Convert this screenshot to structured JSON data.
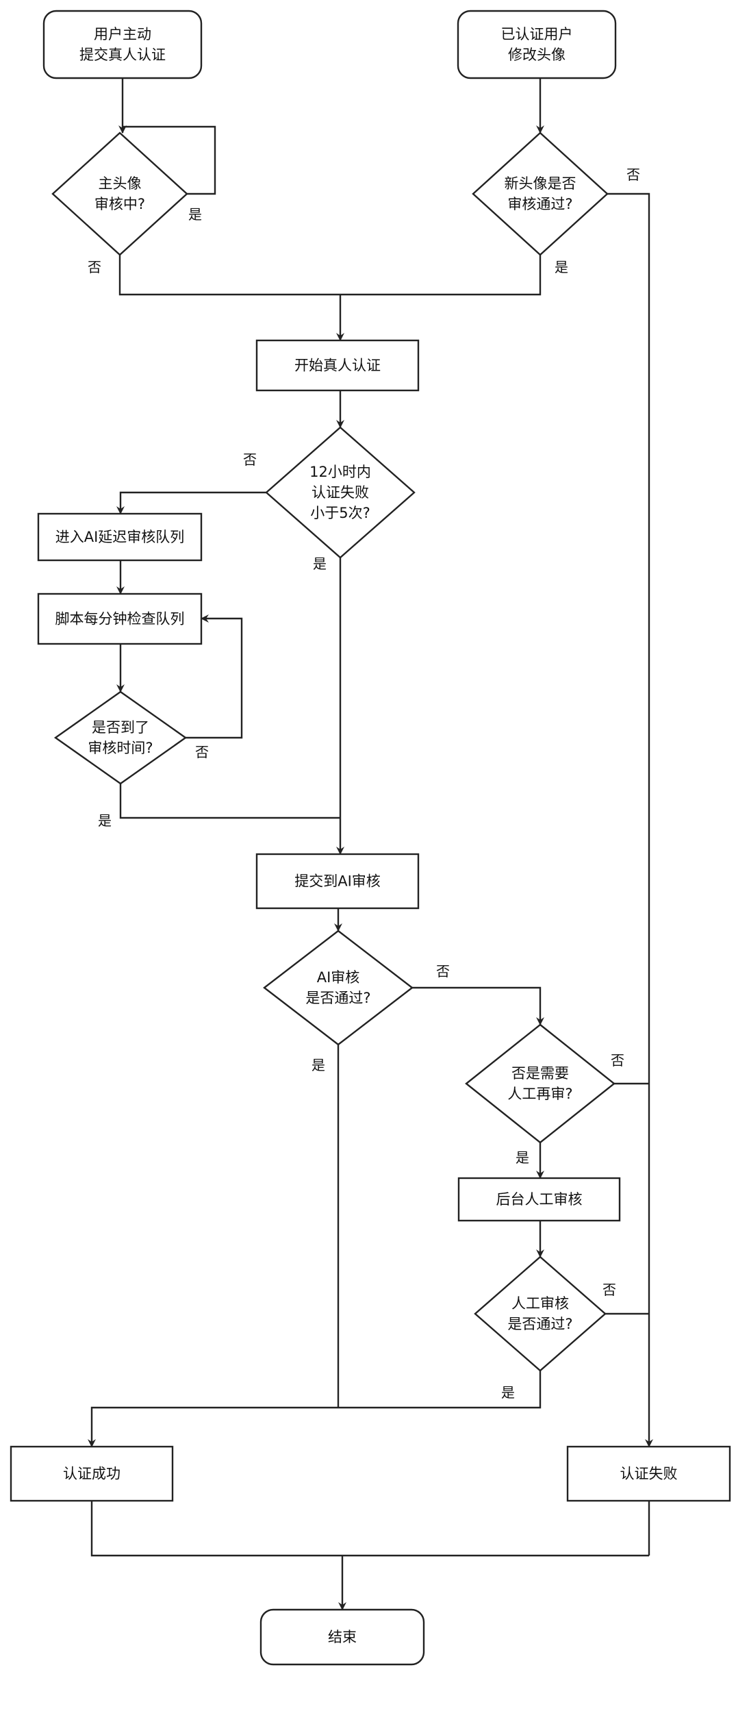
{
  "diagram": {
    "type": "flowchart",
    "nodes": [
      {
        "id": "start-user",
        "kind": "terminal",
        "lines": [
          "用户主动",
          "提交真人认证"
        ]
      },
      {
        "id": "start-verified",
        "kind": "terminal",
        "lines": [
          "已认证用户",
          "修改头像"
        ]
      },
      {
        "id": "d-main-avatar",
        "kind": "decision",
        "lines": [
          "主头像",
          "审核中?"
        ]
      },
      {
        "id": "d-new-avatar",
        "kind": "decision",
        "lines": [
          "新头像是否",
          "审核通过?"
        ]
      },
      {
        "id": "p-start-verify",
        "kind": "process",
        "lines": [
          "开始真人认证"
        ]
      },
      {
        "id": "d-fail-count",
        "kind": "decision",
        "lines": [
          "12小时内",
          "认证失败",
          "小于5次?"
        ]
      },
      {
        "id": "p-delay-queue",
        "kind": "process",
        "lines": [
          "进入AI延迟审核队列"
        ]
      },
      {
        "id": "p-script-check",
        "kind": "process",
        "lines": [
          "脚本每分钟检查队列"
        ]
      },
      {
        "id": "d-review-time",
        "kind": "decision",
        "lines": [
          "是否到了",
          "审核时间?"
        ]
      },
      {
        "id": "p-submit-ai",
        "kind": "process",
        "lines": [
          "提交到AI审核"
        ]
      },
      {
        "id": "d-ai-pass",
        "kind": "decision",
        "lines": [
          "AI审核",
          "是否通过?"
        ]
      },
      {
        "id": "d-need-manual",
        "kind": "decision",
        "lines": [
          "否是需要",
          "人工再审?"
        ]
      },
      {
        "id": "p-manual-review",
        "kind": "process",
        "lines": [
          "后台人工审核"
        ]
      },
      {
        "id": "d-manual-pass",
        "kind": "decision",
        "lines": [
          "人工审核",
          "是否通过?"
        ]
      },
      {
        "id": "p-success",
        "kind": "process",
        "lines": [
          "认证成功"
        ]
      },
      {
        "id": "p-fail",
        "kind": "process",
        "lines": [
          "认证失败"
        ]
      },
      {
        "id": "end",
        "kind": "terminal",
        "lines": [
          "结束"
        ]
      }
    ],
    "edges": [
      {
        "from": "start-user",
        "to": "d-main-avatar",
        "label": ""
      },
      {
        "from": "d-main-avatar",
        "to": "d-main-avatar",
        "label": "是"
      },
      {
        "from": "d-main-avatar",
        "to": "p-start-verify",
        "label": "否"
      },
      {
        "from": "start-verified",
        "to": "d-new-avatar",
        "label": ""
      },
      {
        "from": "d-new-avatar",
        "to": "p-start-verify",
        "label": "是"
      },
      {
        "from": "d-new-avatar",
        "to": "p-fail",
        "label": "否"
      },
      {
        "from": "p-start-verify",
        "to": "d-fail-count",
        "label": ""
      },
      {
        "from": "d-fail-count",
        "to": "p-delay-queue",
        "label": "否"
      },
      {
        "from": "d-fail-count",
        "to": "p-submit-ai",
        "label": "是"
      },
      {
        "from": "p-delay-queue",
        "to": "p-script-check",
        "label": ""
      },
      {
        "from": "p-script-check",
        "to": "d-review-time",
        "label": ""
      },
      {
        "from": "d-review-time",
        "to": "p-script-check",
        "label": "否"
      },
      {
        "from": "d-review-time",
        "to": "p-submit-ai",
        "label": "是"
      },
      {
        "from": "p-submit-ai",
        "to": "d-ai-pass",
        "label": ""
      },
      {
        "from": "d-ai-pass",
        "to": "d-need-manual",
        "label": "否"
      },
      {
        "from": "d-ai-pass",
        "to": "p-success",
        "label": "是"
      },
      {
        "from": "d-need-manual",
        "to": "p-fail",
        "label": "否"
      },
      {
        "from": "d-need-manual",
        "to": "p-manual-review",
        "label": "是"
      },
      {
        "from": "p-manual-review",
        "to": "d-manual-pass",
        "label": ""
      },
      {
        "from": "d-manual-pass",
        "to": "p-fail",
        "label": "否"
      },
      {
        "from": "d-manual-pass",
        "to": "p-success",
        "label": "是"
      },
      {
        "from": "p-success",
        "to": "end",
        "label": ""
      },
      {
        "from": "p-fail",
        "to": "end",
        "label": ""
      }
    ],
    "labels": {
      "yes": "是",
      "no": "否"
    }
  }
}
